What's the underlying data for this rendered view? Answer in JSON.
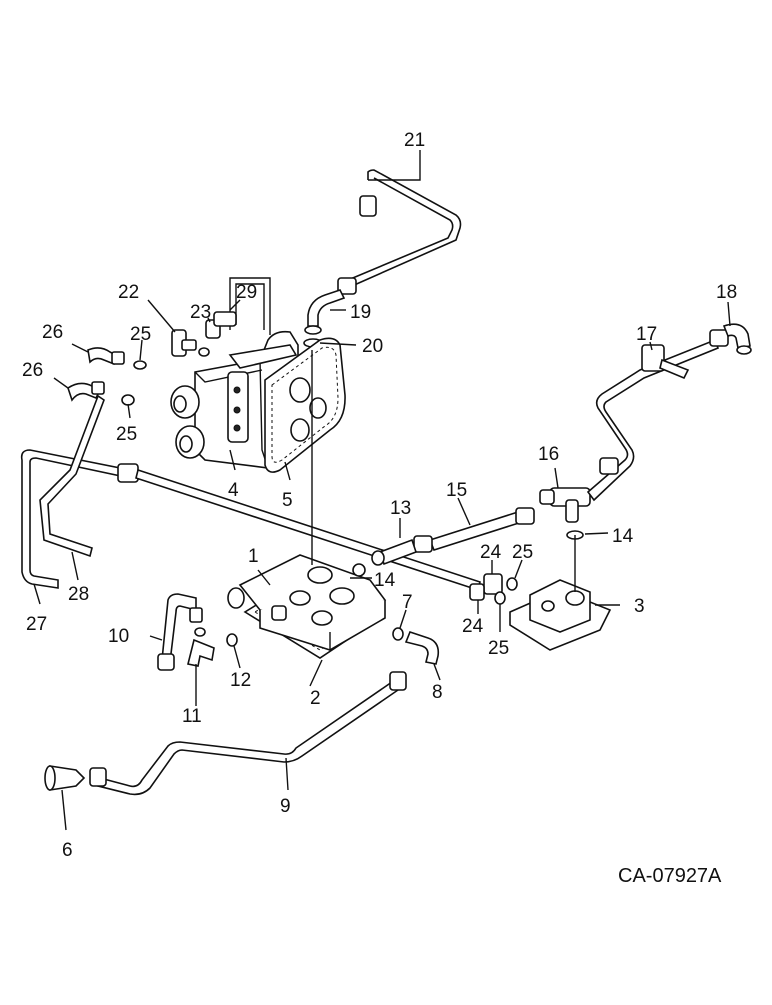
{
  "diagram": {
    "drawing_code": "CA-07927A",
    "callouts": [
      {
        "id": "c1",
        "text": "1"
      },
      {
        "id": "c2",
        "text": "2"
      },
      {
        "id": "c3",
        "text": "3"
      },
      {
        "id": "c4",
        "text": "4"
      },
      {
        "id": "c5",
        "text": "5"
      },
      {
        "id": "c6",
        "text": "6"
      },
      {
        "id": "c7",
        "text": "7"
      },
      {
        "id": "c8",
        "text": "8"
      },
      {
        "id": "c9",
        "text": "9"
      },
      {
        "id": "c10",
        "text": "10"
      },
      {
        "id": "c11",
        "text": "11"
      },
      {
        "id": "c12",
        "text": "12"
      },
      {
        "id": "c13",
        "text": "13"
      },
      {
        "id": "c14a",
        "text": "14"
      },
      {
        "id": "c14b",
        "text": "14"
      },
      {
        "id": "c15",
        "text": "15"
      },
      {
        "id": "c16",
        "text": "16"
      },
      {
        "id": "c17",
        "text": "17"
      },
      {
        "id": "c18",
        "text": "18"
      },
      {
        "id": "c19",
        "text": "19"
      },
      {
        "id": "c20",
        "text": "20"
      },
      {
        "id": "c21",
        "text": "21"
      },
      {
        "id": "c22",
        "text": "22"
      },
      {
        "id": "c23",
        "text": "23"
      },
      {
        "id": "c24a",
        "text": "24"
      },
      {
        "id": "c24b",
        "text": "24"
      },
      {
        "id": "c25a",
        "text": "25"
      },
      {
        "id": "c25b",
        "text": "25"
      },
      {
        "id": "c25c",
        "text": "25"
      },
      {
        "id": "c25d",
        "text": "25"
      },
      {
        "id": "c26a",
        "text": "26"
      },
      {
        "id": "c26b",
        "text": "26"
      },
      {
        "id": "c27",
        "text": "27"
      },
      {
        "id": "c28",
        "text": "28"
      },
      {
        "id": "c29",
        "text": "29"
      }
    ]
  }
}
